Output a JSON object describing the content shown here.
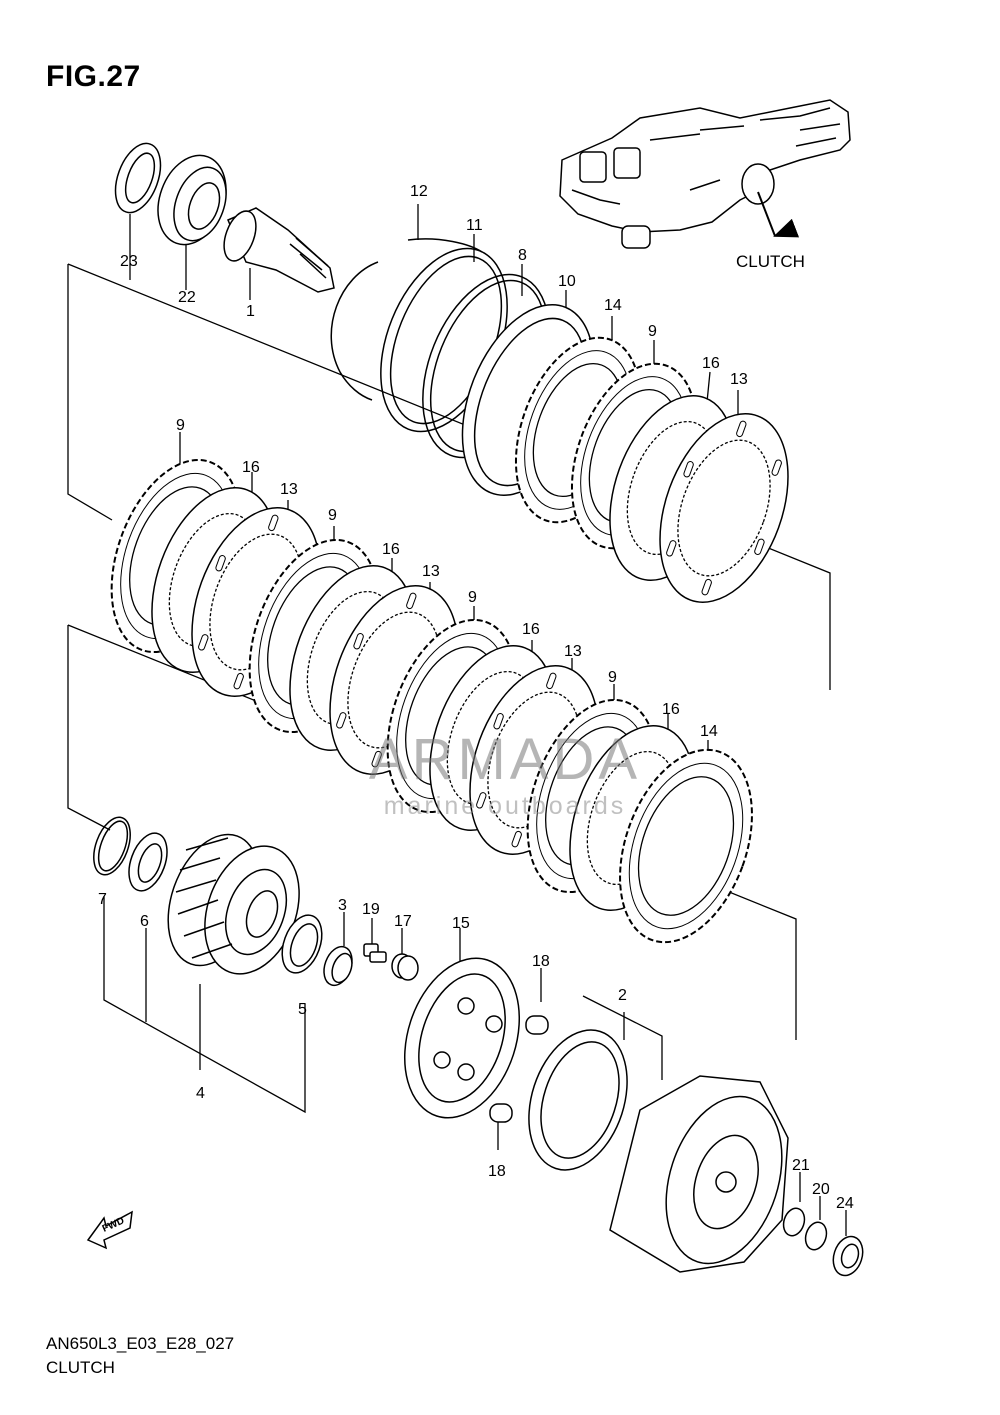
{
  "figure": {
    "title": "FIG.27"
  },
  "footer": {
    "code": "AN650L3_E03_E28_027",
    "name": "CLUTCH"
  },
  "watermark": {
    "brand": "ARMADA",
    "tagline": "marine outboards",
    "accent_color": "#e8a4c8"
  },
  "callout": {
    "label": "CLUTCH"
  },
  "fwd_label": "FWD",
  "labels": {
    "p1": "1",
    "p2": "2",
    "p3": "3",
    "p4": "4",
    "p5": "5",
    "p6": "6",
    "p7": "7",
    "p8": "8",
    "p10": "10",
    "p11": "11",
    "p12": "12",
    "p15": "15",
    "p17": "17",
    "p18a": "18",
    "p18b": "18",
    "p19": "19",
    "p20": "20",
    "p21": "21",
    "p22": "22",
    "p23": "23",
    "p24": "24",
    "r1_14": "14",
    "r1_9": "9",
    "r1_16": "16",
    "r1_13": "13",
    "r2_9a": "9",
    "r2_16a": "16",
    "r2_13a": "13",
    "r2_9b": "9",
    "r2_16b": "16",
    "r2_13b": "13",
    "r2_9c": "9",
    "r2_16c": "16",
    "r2_13c": "13",
    "r2_9d": "9",
    "r2_16d": "16",
    "r2_14": "14"
  },
  "colors": {
    "line": "#000000",
    "background": "#ffffff"
  }
}
